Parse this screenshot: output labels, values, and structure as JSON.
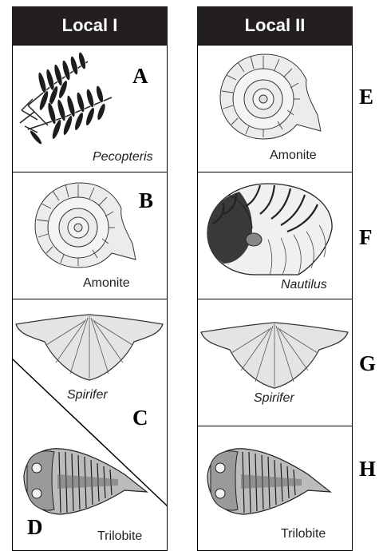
{
  "columns": [
    {
      "title": "Local I"
    },
    {
      "title": "Local II"
    }
  ],
  "captions": {
    "pecopteris": "Pecopteris",
    "amonite_1": "Amonite",
    "spirifer_1": "Spirifer",
    "trilobite_1": "Trilobite",
    "amonite_2": "Amonite",
    "nautilus": "Nautilus",
    "spirifer_2": "Spirifer",
    "trilobite_2": "Trilobite"
  },
  "letters": {
    "a": "A",
    "b": "B",
    "c": "C",
    "d": "D",
    "e": "E",
    "f": "F",
    "g": "G",
    "h": "H"
  }
}
